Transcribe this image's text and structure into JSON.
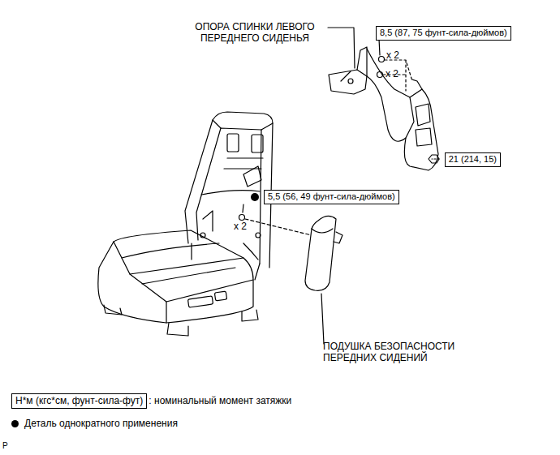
{
  "diagram": {
    "nodes": [
      {
        "text": [
          "8,5 (87, 75 фунт-сила-дюймов)"
        ]
      },
      {
        "text": [
          "21 (214, 15)"
        ]
      },
      {
        "text": [
          "5,5 (56, 49 фунт-сила-дюймов)"
        ]
      },
      {
        "text": [
          "Н*м (кгс*см, фунт-сила-фут)"
        ]
      }
    ],
    "labels": [
      "ОПОРА СПИНКИ ЛЕВОГО ПЕРЕДНЕГО СИДЕНЬЯ",
      "x 2",
      "x 2",
      "x 2",
      "ПОДУШКА БЕЗОПАСНОСТИ ПЕРЕДНИХ СИДЕНИЙ",
      "P"
    ],
    "legend": [
      {
        "text": ": номинальный момент затяжки"
      },
      {
        "text": "Деталь однократного применения"
      }
    ]
  }
}
